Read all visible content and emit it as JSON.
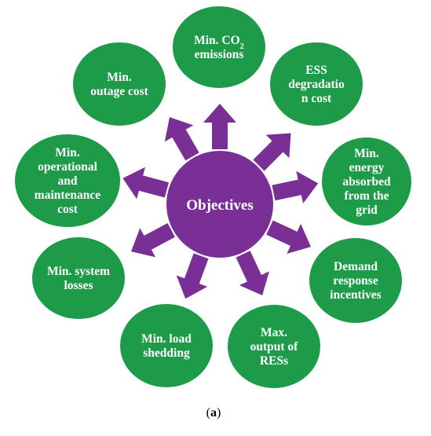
{
  "colors": {
    "node_fill": "#1e9b48",
    "node_stroke": "#ffffff",
    "hub_fill": "#7a2f96",
    "arrow_fill": "#7a2f96",
    "text": "#ffffff"
  },
  "center": {
    "label": "Objectives"
  },
  "objectives": [
    {
      "id": "co2",
      "lines": [
        "Min. CO",
        "emissions"
      ],
      "subscript": "2"
    },
    {
      "id": "ess",
      "lines": [
        "ESS",
        "degradatio",
        "n cost"
      ]
    },
    {
      "id": "grid",
      "lines": [
        "Min.",
        "energy",
        "absorbed",
        "from the",
        "grid"
      ]
    },
    {
      "id": "demand",
      "lines": [
        "Demand",
        "response",
        "incentives"
      ]
    },
    {
      "id": "res",
      "lines": [
        "Max.",
        "output of",
        "RESs"
      ]
    },
    {
      "id": "load",
      "lines": [
        "Min. load",
        "shedding"
      ]
    },
    {
      "id": "losses",
      "lines": [
        "Min. system",
        "losses"
      ]
    },
    {
      "id": "om",
      "lines": [
        "Min.",
        "operational",
        "and",
        "maintenance",
        "cost"
      ]
    },
    {
      "id": "outage",
      "lines": [
        "Min.",
        "outage cost"
      ]
    }
  ],
  "caption": {
    "open": "(",
    "letter": "a",
    "close": ")"
  }
}
